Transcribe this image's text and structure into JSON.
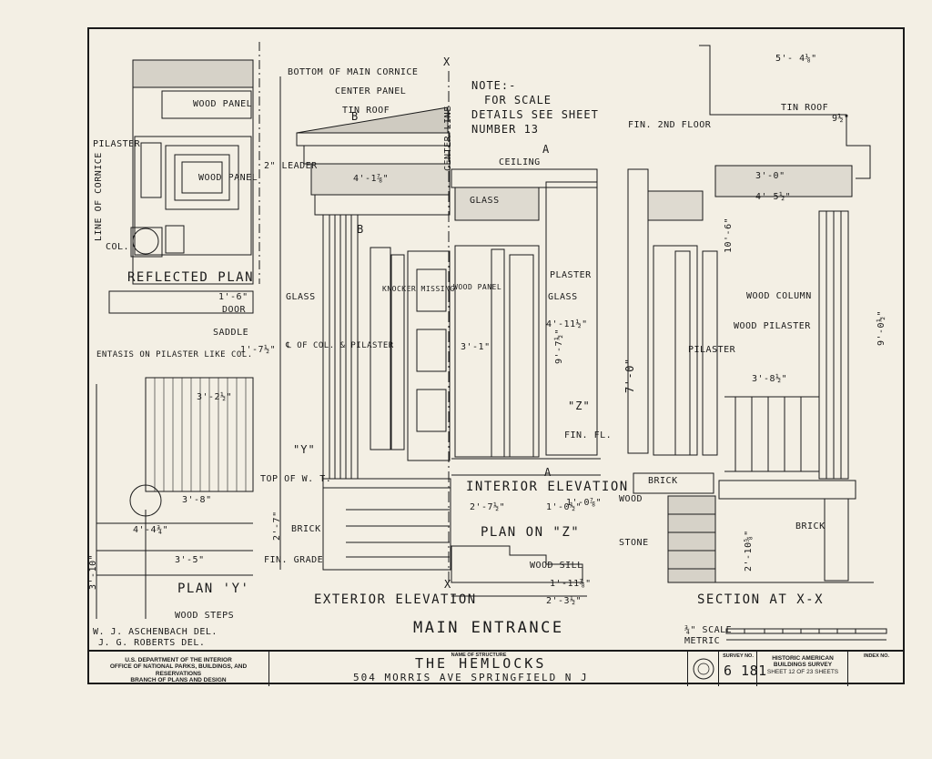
{
  "drawing": {
    "title": "MAIN ENTRANCE",
    "note": [
      "NOTE:-",
      "FOR SCALE",
      "DETAILS SEE SHEET",
      "NUMBER 13"
    ],
    "views": {
      "reflected_plan": "REFLECTED PLAN",
      "plan_y": "PLAN 'Y'",
      "exterior_elevation": "EXTERIOR ELEVATION",
      "interior_elevation": "INTERIOR ELEVATION",
      "plan_on_z": "PLAN ON \"Z\"",
      "section": "SECTION AT X-X"
    },
    "callouts": {
      "bottom_main_cornice": "BOTTOM OF MAIN CORNICE",
      "center_panel": "CENTER PANEL",
      "tin_roof_left": "TIN ROOF",
      "tin_roof_right": "TIN ROOF",
      "center_line": "CENTER LINE",
      "wood_panel_top": "WOOD PANEL",
      "wood_panel_mid": "WOOD PANEL",
      "pilaster_left": "PILASTER",
      "line_of_cornice": "LINE OF CORNICE",
      "col": "COL.",
      "leader": "2\" LEADER",
      "ceiling": "CEILING",
      "glass_top": "GLASS",
      "glass_left": "GLASS",
      "glass_right": "GLASS",
      "plaster_right": "PLASTER",
      "knocker": "KNOCKER MISSING",
      "wood_panel_door": "WOOD PANEL",
      "cl_col": "℄ OF COL. & PILASTER",
      "door": "DOOR",
      "saddle": "SADDLE",
      "entasis": "ENTASIS ON PILASTER LIKE COL.",
      "top_wt": "TOP OF W. T.",
      "brick_left": "BRICK",
      "fin_grade": "FIN. GRADE",
      "fin_fl": "FIN. FL.",
      "wood_sill": "WOOD SILL",
      "wood_steps": "WOOD STEPS",
      "fin_2nd_floor": "FIN. 2ND FLOOR",
      "wood_column": "WOOD COLUMN",
      "wood_pilaster": "WOOD PILASTER",
      "pilaster_right": "PILASTER",
      "brick_right1": "BRICK",
      "wood": "WOOD",
      "stone": "STONE",
      "brick_right2": "BRICK",
      "marker_a": "A",
      "marker_x": "X",
      "marker_y": "\"Y\"",
      "marker_z": "\"Z\"",
      "marker_b": "B"
    },
    "dimensions": [
      "5'- 4⅛\"",
      "9½\"",
      "3'-0\"",
      "4'-5½\"",
      "10'-6\"",
      "9'-0½\"",
      "3'-8½\"",
      "4'-1⅞\"",
      "1'-0⅞\"",
      "4'-11½\"",
      "9'-7½\"",
      "3'-1\"",
      "1'-6\"",
      "3'-2½\"",
      "3'-8\"",
      "4'-4¾\"",
      "3'-5\"",
      "3'-10\"",
      "2'-7\"",
      "2'-7½\"",
      "1'-0½\"",
      "1'-11⅞\"",
      "2'-3½\"",
      "2'-10⅝\"",
      "1'-7½\"",
      "7'-0\""
    ],
    "delineators": [
      "W. J. ASCHENBACH DEL.",
      "J. G. ROBERTS DEL."
    ],
    "scale": [
      "¾\" SCALE",
      "METRIC"
    ]
  },
  "title_block": {
    "agency": [
      "U.S. DEPARTMENT OF THE INTERIOR",
      "OFFICE OF NATIONAL PARKS, BUILDINGS, AND RESERVATIONS",
      "BRANCH OF PLANS AND DESIGN"
    ],
    "name_caption": "NAME OF STRUCTURE",
    "structure_name": "THE HEMLOCKS",
    "address": "504 MORRIS AVE    SPRINGFIELD N J",
    "survey_caption": "SURVEY NO.",
    "survey_no": "6 181",
    "survey_name": [
      "HISTORIC AMERICAN",
      "BUILDINGS SURVEY"
    ],
    "sheet": "SHEET 12 OF 23 SHEETS",
    "index_caption": "INDEX NO."
  }
}
